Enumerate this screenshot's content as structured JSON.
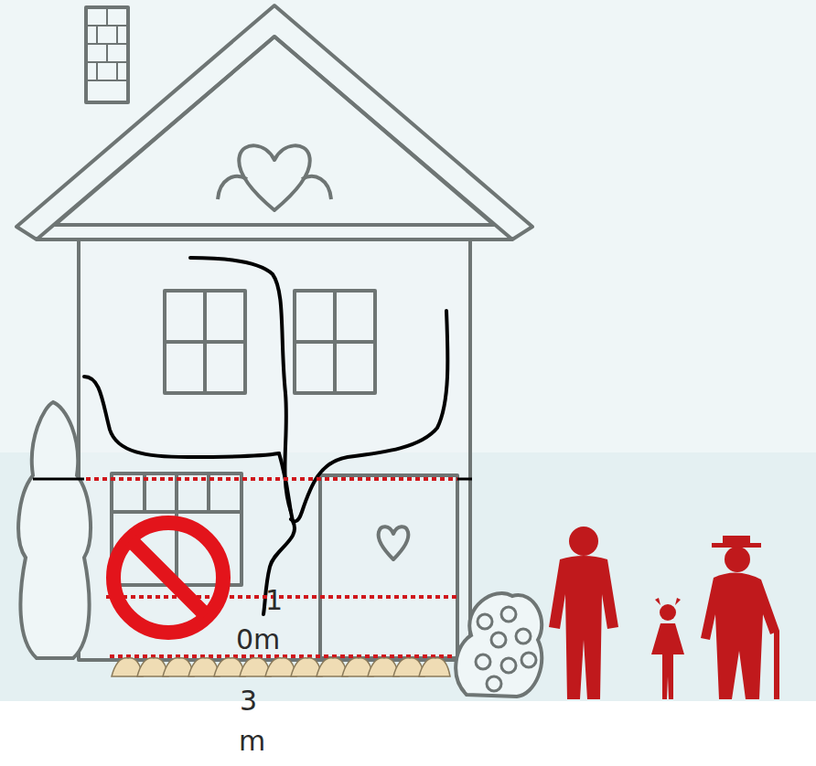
{
  "diagram": {
    "labels": [
      "1",
      "0m",
      "3",
      "m"
    ]
  }
}
